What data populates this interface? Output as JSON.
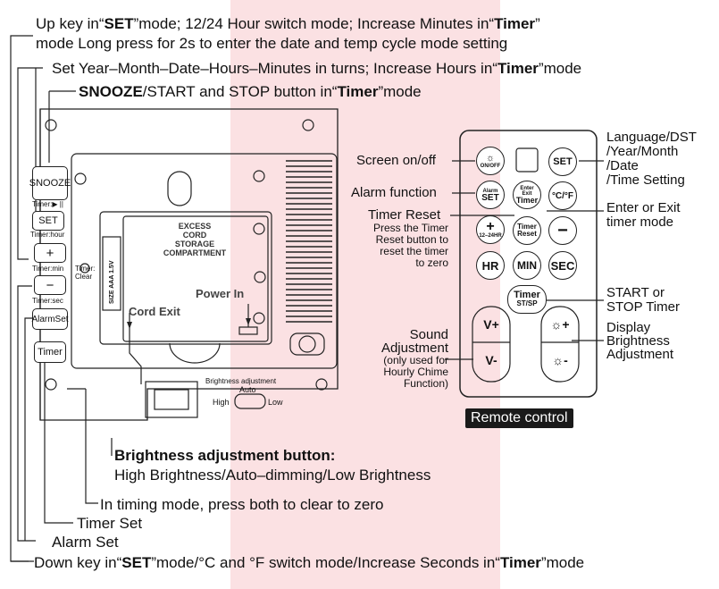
{
  "callouts": {
    "up_key": [
      "Up key in“",
      "SET",
      "”mode; 12/24 Hour switch mode; Increase Minutes in“",
      "Timer",
      "”"
    ],
    "up_key_line2": "mode Long press for 2s to enter the date and temp cycle mode setting",
    "set_key": [
      "Set Year–Month–Date–Hours–Minutes in turns; Increase Hours in“",
      "Timer",
      "”mode"
    ],
    "snooze": [
      "SNOOZE",
      "/START and STOP button in“",
      "Timer",
      "”mode"
    ],
    "brightness_title": "Brightness adjustment button:",
    "brightness_desc": "High Brightness/Auto–dimming/Low Brightness",
    "timing_clear": "In timing mode, press both to clear to zero",
    "timer_set": "Timer Set",
    "alarm_set": "Alarm Set",
    "down_key": [
      "Down key in“",
      "SET",
      "”mode/°C and °F switch mode/Increase Seconds in“",
      "Timer",
      "”mode"
    ]
  },
  "clock_panel": {
    "buttons": [
      "SNOOZE",
      "SET",
      "+",
      "−",
      "AlarmSet",
      "Timer"
    ],
    "sublabels": [
      "Timer:▶ ||",
      "Timer:hour",
      "Timer:min",
      "Timer:sec"
    ],
    "timer_clear": [
      "Timer:",
      "Clear"
    ],
    "compartment": [
      "EXCESS",
      "CORD",
      "STORAGE",
      "COMPARTMENT"
    ],
    "battery": "SIZE AAA 1.5V",
    "power_in": "Power In",
    "cord_exit": "Cord Exit",
    "brightness_switch": {
      "title": "Brightness adjustment",
      "auto": "Auto",
      "high": "High",
      "low": "Low"
    }
  },
  "remote": {
    "badge": "Remote control",
    "labels_left": {
      "screen": "Screen on/off",
      "alarm": "Alarm function",
      "timer_reset": "Timer Reset",
      "timer_reset_desc": [
        "Press the Timer",
        "Reset button to",
        "reset the timer",
        "to zero"
      ],
      "sound": [
        "Sound",
        "Adjustment"
      ],
      "sound_desc": [
        "(only used for",
        "Hourly Chime",
        "Function)"
      ]
    },
    "labels_right": {
      "language": [
        "Language/DST",
        "/Year/Month",
        "/Date",
        "/Time Setting"
      ],
      "enter_exit": [
        "Enter or Exit",
        "timer mode"
      ],
      "startstop": [
        "START or",
        "STOP Timer"
      ],
      "display": [
        "Display",
        "Brightness",
        "Adjustment"
      ]
    },
    "keys": {
      "onoff": "ON/OFF",
      "set": "SET",
      "alarm_set": [
        "Alarm",
        "SET"
      ],
      "enter_exit_timer": [
        "Enter",
        "Exit",
        "Timer"
      ],
      "cf": "°C/°F",
      "plus_sub": "12–24HR",
      "timer_reset": [
        "Timer",
        "Reset"
      ],
      "hr": "HR",
      "min": "MIN",
      "sec": "SEC",
      "timer_stsp": [
        "Timer",
        "ST/SP"
      ],
      "vplus": "V+",
      "vminus": "V-"
    }
  }
}
